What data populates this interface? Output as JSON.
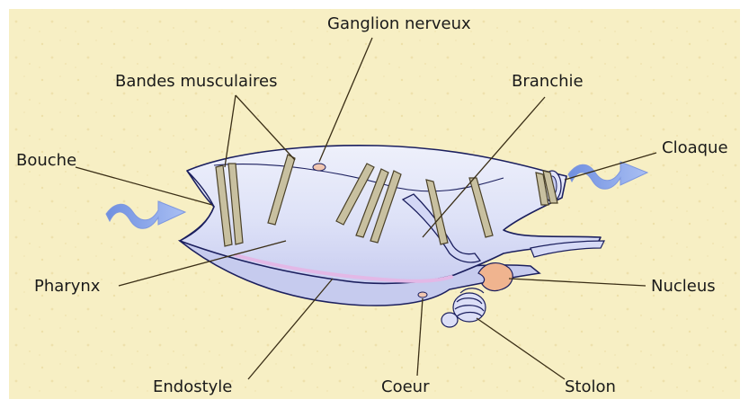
{
  "labels": {
    "ganglion": "Ganglion nerveux",
    "bandes": "Bandes musculaires",
    "branchie": "Branchie",
    "bouche": "Bouche",
    "cloaque": "Cloaque",
    "pharynx": "Pharynx",
    "nucleus": "Nucleus",
    "endostyle": "Endostyle",
    "coeur": "Coeur",
    "stolon": "Stolon"
  },
  "colors": {
    "background": "#f7efc4",
    "body_fill": "#dfe2f8",
    "body_stroke": "#1b1f5e",
    "muscle_band": "#c8c0a0",
    "water_flow_arrow": "#7f9fe6",
    "endostyle": "#e3b8e6",
    "nucleus": "#f0b48f",
    "leader_line": "#3a2e16"
  }
}
